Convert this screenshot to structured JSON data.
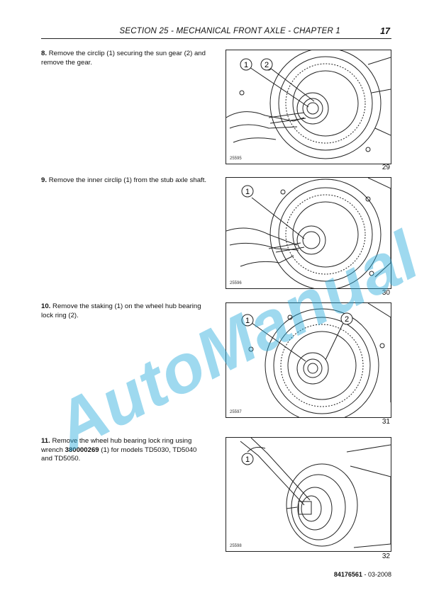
{
  "header": {
    "section_title": "SECTION 25 - MECHANICAL FRONT AXLE - CHAPTER 1",
    "page_number": "17"
  },
  "steps": [
    {
      "num": "8.",
      "text": "Remove the circlip (1) securing the sun gear (2) and remove the gear."
    },
    {
      "num": "9.",
      "text": "Remove the inner circlip (1) from the stub axle shaft."
    },
    {
      "num": "10.",
      "text": "Remove the staking (1) on the wheel hub bearing lock ring (2)."
    },
    {
      "num": "11.",
      "text_before": "Remove the wheel hub bearing lock ring using wrench ",
      "tool": "380000269",
      "text_after": " (1) for models TD5030, TD5040 and TD5050."
    }
  ],
  "figures": [
    {
      "code": "25595",
      "number": "29",
      "callouts": [
        "1",
        "2"
      ]
    },
    {
      "code": "25596",
      "number": "30",
      "callouts": [
        "1"
      ]
    },
    {
      "code": "25597",
      "number": "31",
      "callouts": [
        "1",
        "2"
      ]
    },
    {
      "code": "25598",
      "number": "32",
      "callouts": [
        "1"
      ]
    }
  ],
  "watermark": "AutoManual",
  "footer": {
    "doc_number": "84176561",
    "separator": "-",
    "date": "03-2008"
  }
}
